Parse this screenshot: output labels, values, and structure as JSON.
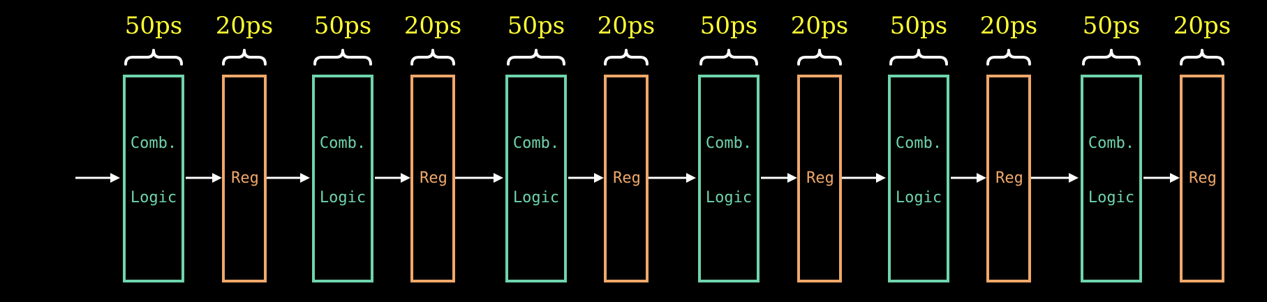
{
  "pipeline": {
    "stages": [
      {
        "logic": {
          "line1": "Comb.",
          "line2": "Logic",
          "delay": "50ps"
        },
        "register": {
          "label": "Reg",
          "delay": "20ps"
        }
      },
      {
        "logic": {
          "line1": "Comb.",
          "line2": "Logic",
          "delay": "50ps"
        },
        "register": {
          "label": "Reg",
          "delay": "20ps"
        }
      },
      {
        "logic": {
          "line1": "Comb.",
          "line2": "Logic",
          "delay": "50ps"
        },
        "register": {
          "label": "Reg",
          "delay": "20ps"
        }
      },
      {
        "logic": {
          "line1": "Comb.",
          "line2": "Logic",
          "delay": "50ps"
        },
        "register": {
          "label": "Reg",
          "delay": "20ps"
        }
      },
      {
        "logic": {
          "line1": "Comb.",
          "line2": "Logic",
          "delay": "50ps"
        },
        "register": {
          "label": "Reg",
          "delay": "20ps"
        }
      },
      {
        "logic": {
          "line1": "Comb.",
          "line2": "Logic",
          "delay": "50ps"
        },
        "register": {
          "label": "Reg",
          "delay": "20ps"
        }
      }
    ]
  },
  "colors": {
    "background": "#000000",
    "logic_box": "#6fd4ad",
    "register_box": "#f0a86a",
    "delay_label": "#ffff33",
    "arrow": "#ffffff",
    "brace": "#ffffff"
  }
}
